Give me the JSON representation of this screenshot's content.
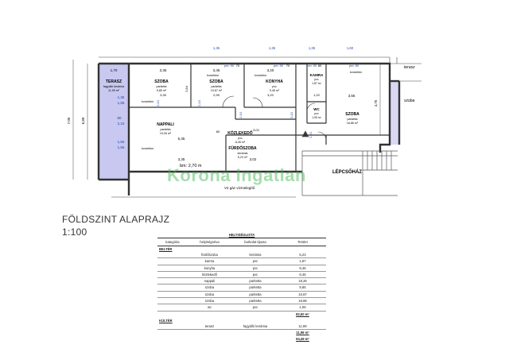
{
  "rooms": [
    {
      "key": "terasz",
      "name": "TERASZ",
      "floor": "fagyálló kerámia",
      "area": "11,99 m²"
    },
    {
      "key": "szoba1",
      "name": "SZOBA",
      "floor": "parketta",
      "area": "9,85 m²"
    },
    {
      "key": "szoba2",
      "name": "SZOBA",
      "floor": "parketta",
      "area": "10,67 m²"
    },
    {
      "key": "konyha",
      "name": "KONYHA",
      "floor": "pvc",
      "area": "9,46 m²"
    },
    {
      "key": "kamra",
      "name": "KAMRA",
      "floor": "pvc",
      "area": "1,87 m²"
    },
    {
      "key": "wc",
      "name": "WC",
      "floor": "pvc",
      "area": "1,05 m²"
    },
    {
      "key": "szoba3",
      "name": "SZOBA",
      "floor": "parketta",
      "area": "16,86 m²"
    },
    {
      "key": "nappali",
      "name": "NAPPALI",
      "floor": "parketta",
      "area": "19,26 m²"
    },
    {
      "key": "kozlekedo",
      "name": "KÖZLEKEDŐ",
      "floor": "pvc",
      "area": "8,45 m²"
    },
    {
      "key": "furdo",
      "name": "FÜRDŐSZOBA",
      "floor": "kerámia",
      "area": "5,23 m²"
    }
  ],
  "labels": {
    "terasz_right": "terasz",
    "szoba_right": "szoba",
    "lepcsohaz": "LÉPCSŐHÁZ",
    "height": "bm: 2,70 m",
    "gas": "V4 gáz vízmelegítő",
    "konvektor": "konvektor",
    "watermark": "Korona Ingatlan"
  },
  "dims": {
    "top": [
      "1,70",
      "3,35",
      "3,45",
      "3,20",
      "3,55"
    ],
    "top_small": [
      "1,35",
      "1,35",
      "1,35",
      "1,60",
      "pm: 90",
      "pm: 90",
      "pm: 90",
      "pm: 80",
      "70",
      "70",
      "80"
    ],
    "left": [
      "1,35",
      "1,55",
      "90",
      "2,10",
      "1,65",
      "1,55"
    ],
    "right": [
      "4,75"
    ],
    "overall": "6,80",
    "overall2": "7,05",
    "inner": [
      "2,84",
      "2,10",
      "2,10",
      "2,10",
      "3,35",
      "3,02",
      "2,95",
      "3,20",
      "2,10",
      "80",
      "2,10",
      "1,20"
    ],
    "bottom": [
      "5,35",
      "3,02",
      "3,35"
    ]
  },
  "title_line1": "FÖLDSZINT ALAPRAJZ",
  "title_line2": "1:100",
  "table": {
    "title": "HELYISÉGLISTA",
    "columns": [
      "kategória",
      "helyiségnéva",
      "burkolat típusa",
      "Terület"
    ],
    "section_inside": "BELTÉR",
    "inside_rows": [
      [
        "fürdőszoba",
        "kerámia",
        "5,23"
      ],
      [
        "kamra",
        "pvc",
        "1,87"
      ],
      [
        "konyha",
        "pvc",
        "9,46"
      ],
      [
        "közlekedő",
        "pvc",
        "8,45"
      ],
      [
        "nappali",
        "parketta",
        "19,26"
      ],
      [
        "szoba",
        "parketta",
        "9,85"
      ],
      [
        "szoba",
        "parketta",
        "10,67"
      ],
      [
        "szoba",
        "parketta",
        "16,86"
      ],
      [
        "wc",
        "pvc",
        "1,05"
      ]
    ],
    "inside_total": "82,50 m²",
    "section_outside": "KÜLTÉR",
    "outside_rows": [
      [
        "terasz",
        "fagyálló kerámia",
        "11,99"
      ]
    ],
    "outside_total": "11,99 m²",
    "grand_total": "94,49 m²"
  }
}
